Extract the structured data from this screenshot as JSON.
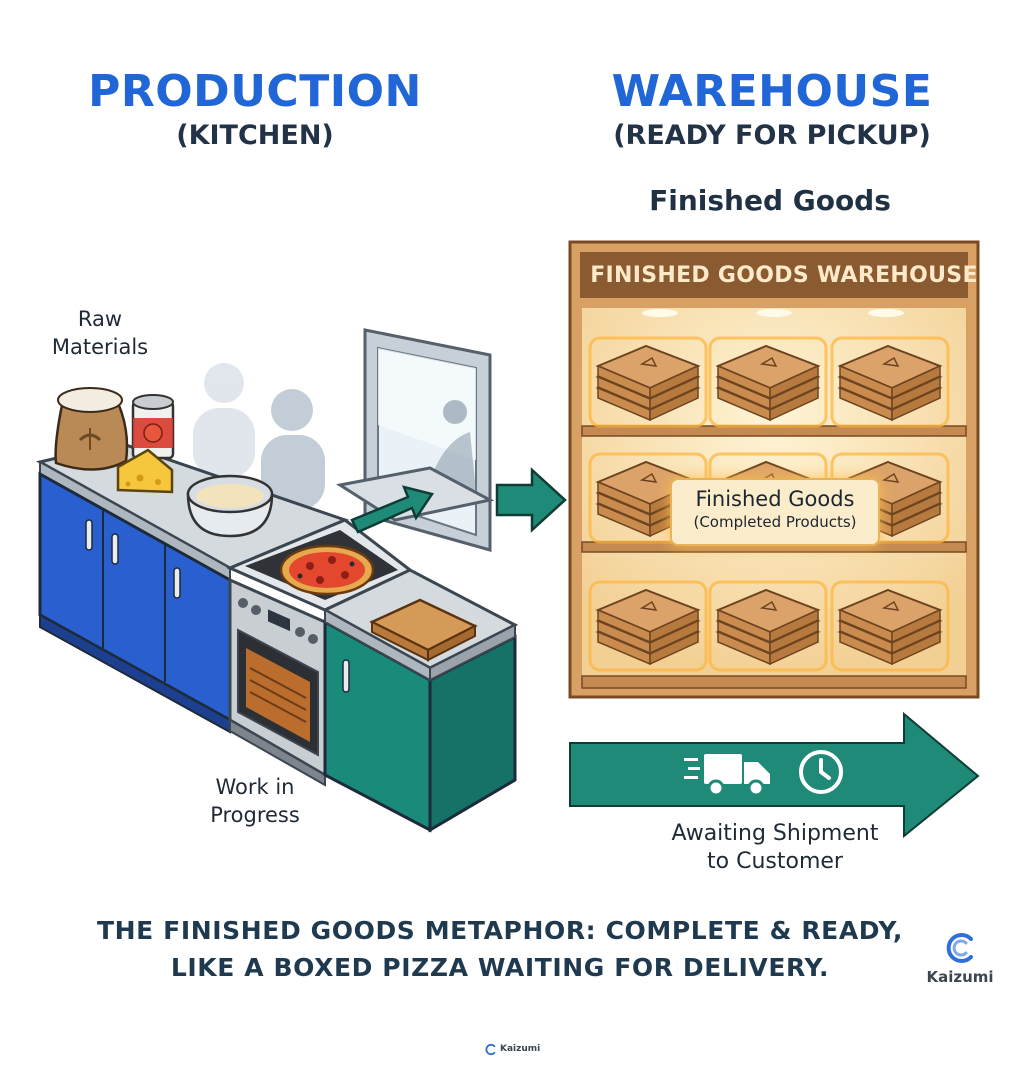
{
  "production": {
    "title": "PRODUCTION",
    "subtitle": "(KITCHEN)"
  },
  "warehouse": {
    "title": "WAREHOUSE",
    "subtitle": "(READY FOR PICKUP)"
  },
  "labels": {
    "raw_materials_line1": "Raw",
    "raw_materials_line2": "Materials",
    "wip_line1": "Work in",
    "wip_line2": "Progress",
    "section_title": "Finished Goods",
    "warehouse_banner": "FINISHED GOODS WAREHOUSE",
    "callout_title": "Finished Goods",
    "callout_subtitle": "(Completed Products)",
    "shipment_line1": "Awaiting Shipment",
    "shipment_line2": "to Customer"
  },
  "footer": {
    "line1": "THE FINISHED GOODS METAPHOR: COMPLETE & READY,",
    "line2": "LIKE A BOXED PIZZA WAITING FOR DELIVERY."
  },
  "brand": {
    "name": "Kaizumi",
    "small_name": "Kaizumi"
  },
  "icons": [
    "flour-sack-icon",
    "tomato-can-icon",
    "cheese-icon",
    "dough-bowl-icon",
    "pizza-icon",
    "pizza-box-icon",
    "delivery-truck-icon",
    "clock-icon",
    "kaizumi-logo-icon"
  ],
  "colors": {
    "heading_blue": "#2166d6",
    "cabinet_blue": "#2a5fd0",
    "cabinet_teal": "#1a8a7a",
    "arrow_teal": "#1f8a78",
    "shelf_wood": "#d9a066",
    "warehouse_banner": "#8a5a31"
  }
}
